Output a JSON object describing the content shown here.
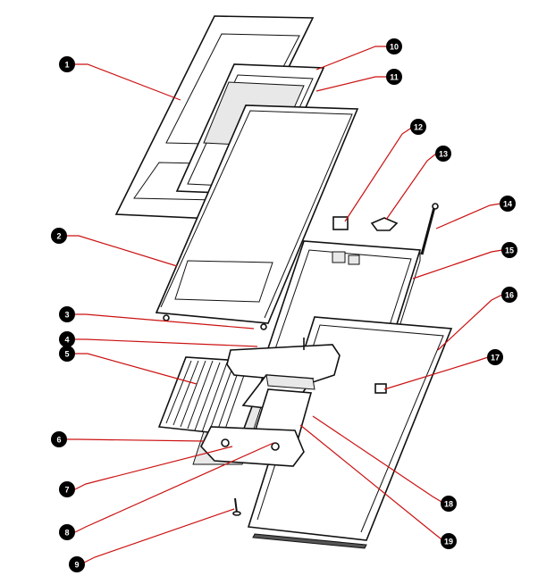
{
  "callouts": [
    {
      "id": "1",
      "label": "1"
    },
    {
      "id": "2",
      "label": "2"
    },
    {
      "id": "3",
      "label": "3"
    },
    {
      "id": "4",
      "label": "4"
    },
    {
      "id": "5",
      "label": "5"
    },
    {
      "id": "6",
      "label": "6"
    },
    {
      "id": "7",
      "label": "7"
    },
    {
      "id": "8",
      "label": "8"
    },
    {
      "id": "9",
      "label": "9"
    },
    {
      "id": "10",
      "label": "10"
    },
    {
      "id": "11",
      "label": "11"
    },
    {
      "id": "12",
      "label": "12"
    },
    {
      "id": "13",
      "label": "13"
    },
    {
      "id": "14",
      "label": "14"
    },
    {
      "id": "15",
      "label": "15"
    },
    {
      "id": "16",
      "label": "16"
    },
    {
      "id": "17",
      "label": "17"
    },
    {
      "id": "18",
      "label": "18"
    },
    {
      "id": "19",
      "label": "19"
    }
  ],
  "colors": {
    "leader": "#cc1111",
    "marker": "#000000",
    "marker_text": "#ffffff",
    "line_art": "#111111"
  }
}
